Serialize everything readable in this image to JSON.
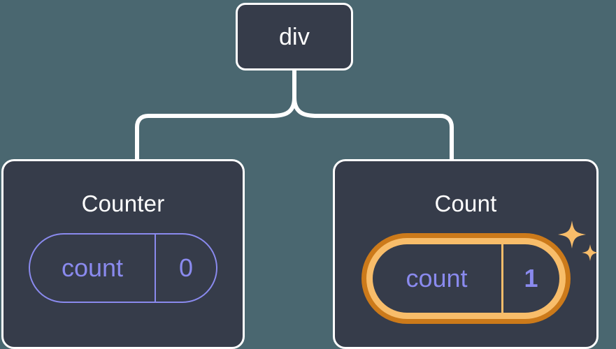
{
  "diagram": {
    "title": "component-tree-with-state-update",
    "background_color": "#4a6770",
    "node_fill_color": "#363c4a",
    "node_border_color": "#ffffff",
    "connector_color": "#ffffff",
    "state_color": "#8a8aee",
    "highlight_outer_color": "#cc7a1a",
    "highlight_inner_color": "#f8bd6a",
    "sparkle_color": "#f8bd6a"
  },
  "root": {
    "label": "div"
  },
  "children": [
    {
      "id": "counter",
      "title": "Counter",
      "state": {
        "key": "count",
        "value": "0"
      },
      "highlighted": "false",
      "sparkle": "false"
    },
    {
      "id": "count",
      "title": "Count",
      "state": {
        "key": "count",
        "value": "1"
      },
      "highlighted": "true",
      "sparkle": "true"
    }
  ],
  "icons": {
    "sparkle_large": "sparkle-icon",
    "sparkle_small": "sparkle-icon"
  }
}
